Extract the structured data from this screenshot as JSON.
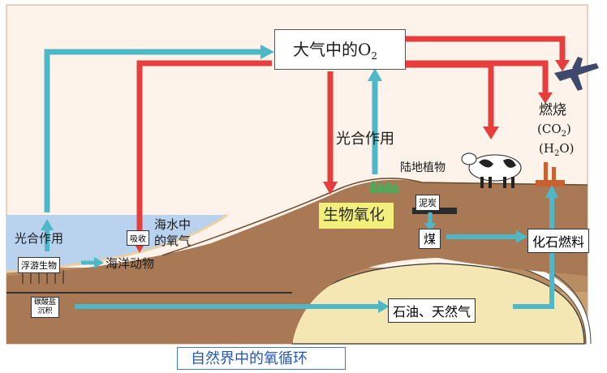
{
  "diagram": {
    "caption": "自然界中的氧循环",
    "atmosphere_o2": {
      "text": "大气中的O",
      "sub": "2"
    },
    "combustion": {
      "label": "燃烧",
      "co2": "CO",
      "co2_sub": "2",
      "h2o": "H",
      "h2o_sub": "2",
      "h2o_tail": "O"
    },
    "photosynthesis_land": "光合作用",
    "land_plants": "陆地植物",
    "bio_oxidation": "生物氧化",
    "photosynthesis_sea": "光合作用",
    "absorb": "吸收",
    "seawater_o2_line1": "海水中",
    "seawater_o2_line2": "的氧气",
    "plankton": "浮游生物",
    "marine_animals": "海洋动物",
    "peat": "泥炭",
    "coal": "煤",
    "fossil_fuels": "化石燃料",
    "carbonate_line1": "碳酸盐",
    "carbonate_line2": "沉积",
    "oil_gas": "石油、天然气"
  },
  "colors": {
    "red_arrow": "#e63d3d",
    "blue_arrow": "#4fb8c8",
    "sea": "#b9d3ee",
    "land": "#a87954",
    "sediment": "#c19a6b",
    "sand": "#f4e7b3",
    "label_highlight": "#f2f07a",
    "caption_border": "#4a76c9",
    "caption_text": "#2456b8"
  }
}
